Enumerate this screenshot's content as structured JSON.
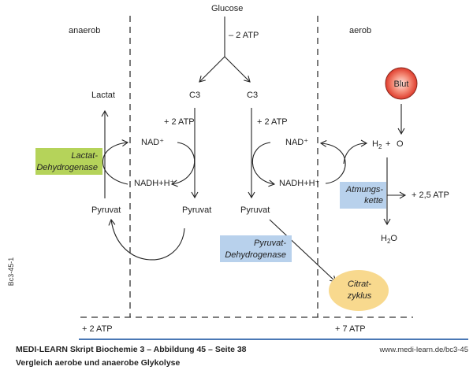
{
  "regions": {
    "anaerob": "anaerob",
    "aerob": "aerob"
  },
  "nodes": {
    "glucose": "Glucose",
    "c3_left": "C3",
    "c3_right": "C3",
    "lactat": "Lactat",
    "pyruvat_anaerob": "Pyruvat",
    "pyruvat_mid": "Pyruvat",
    "pyruvat_aerob": "Pyruvat",
    "nad_left": "NAD⁺",
    "nadh_left": "NADH+H⁺",
    "nad_right": "NAD⁺",
    "nadh_right": "NADH+H⁺",
    "h2": "H",
    "h2_sub": "2",
    "plus": "+",
    "o": "O",
    "h2o_h": "H",
    "h2o_sub": "2",
    "h2o_o": "O",
    "blut": "Blut"
  },
  "atp_labels": {
    "glucose_step": "– 2 ATP",
    "left_step": "+ 2 ATP",
    "right_step": "+ 2 ATP",
    "atmungskette": "+ 2,5 ATP",
    "total_anaerob": "+ 2 ATP",
    "total_aerob": "+ 7 ATP"
  },
  "enzymes": {
    "ldh_line1": "Lactat-",
    "ldh_line2": "Dehydrogenase",
    "pdh_line1": "Pyruvat-",
    "pdh_line2": "Dehydrogenase",
    "atm_line1": "Atmungs-",
    "atm_line2": "kette",
    "citrat_line1": "Citrat-",
    "citrat_line2": "zyklus"
  },
  "colors": {
    "ldh_box": "#b5d35a",
    "pdh_box": "#b8d1ec",
    "atm_box": "#b8d1ec",
    "citrat": "#f8d98e",
    "blut": "#e8453a",
    "footer_rule": "#4a78b5"
  },
  "footer": {
    "title": "MEDI-LEARN Skript Biochemie 3 – Abbildung 45 – Seite 38",
    "subtitle": "Vergleich aerobe und anaerobe Glykolyse",
    "url": "www.medi-learn.de/bc3-45",
    "figure_id": "Bc3-45-1"
  }
}
